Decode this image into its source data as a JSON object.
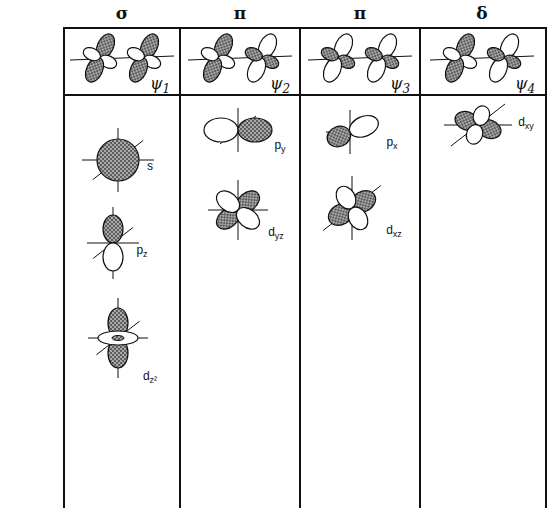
{
  "diagram": {
    "labels": [
      "σ",
      "π",
      "π",
      "δ",
      "ψ1",
      "ψ2",
      "ψ3",
      "ψ4",
      "s",
      "pz",
      "dz²",
      "py",
      "dyz",
      "px",
      "dxz",
      "dxy"
    ]
  }
}
